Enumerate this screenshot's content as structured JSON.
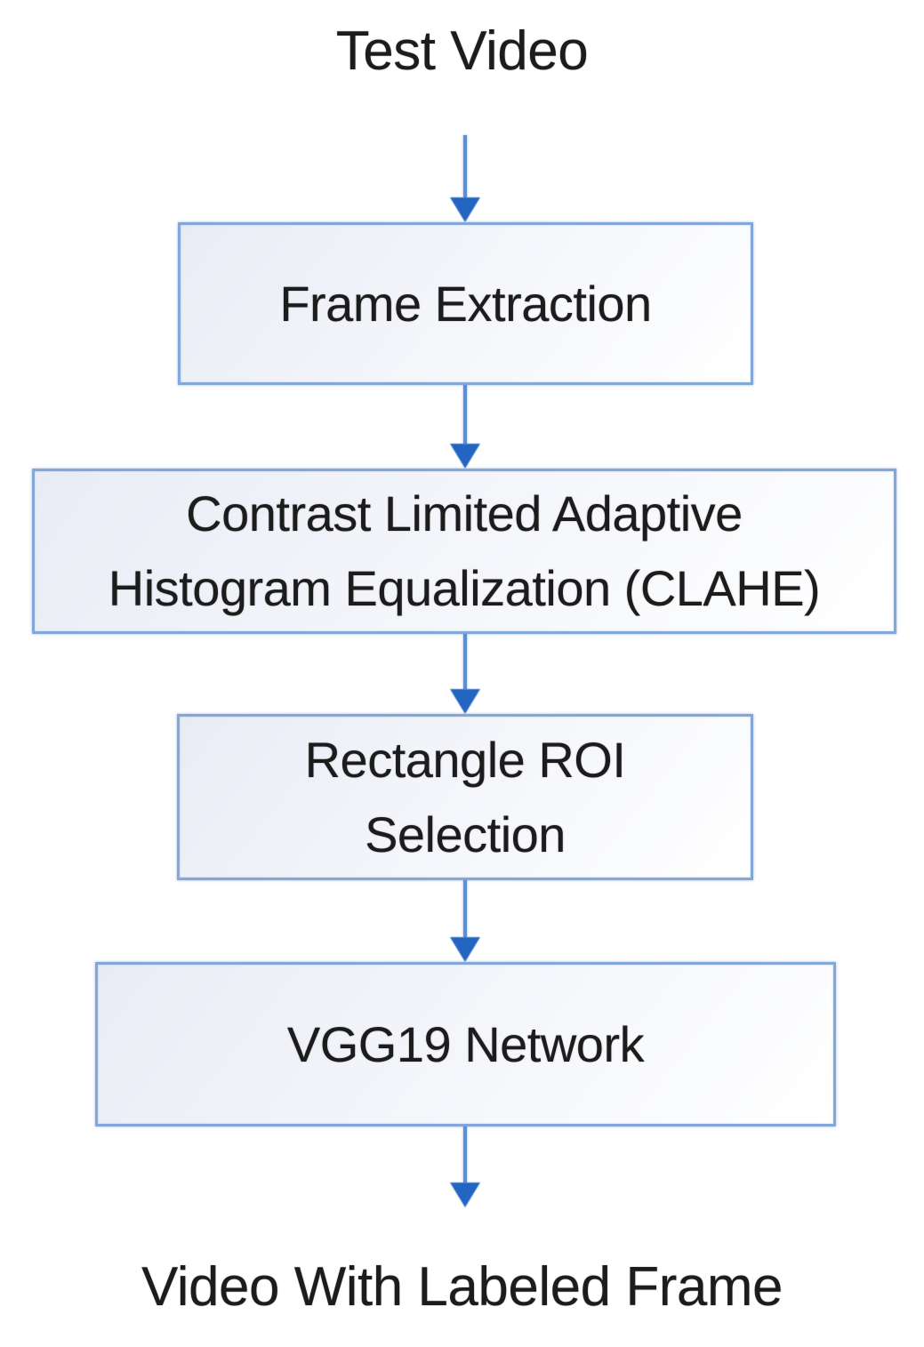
{
  "diagram": {
    "type": "flowchart",
    "start_label": "Test Video",
    "end_label": "Video With Labeled Frame",
    "nodes": [
      {
        "id": "frame-extraction",
        "lines": [
          "Frame Extraction"
        ]
      },
      {
        "id": "clahe",
        "lines": [
          "Contrast Limited Adaptive",
          "Histogram Equalization (CLAHE)"
        ]
      },
      {
        "id": "rectangle-roi-selection",
        "lines": [
          "Rectangle ROI",
          "Selection"
        ]
      },
      {
        "id": "vgg19-network",
        "lines": [
          "VGG19 Network"
        ]
      }
    ],
    "edges": [
      {
        "from": "Test Video",
        "to": "Frame Extraction"
      },
      {
        "from": "Frame Extraction",
        "to": "Contrast Limited Adaptive Histogram Equalization (CLAHE)"
      },
      {
        "from": "Contrast Limited Adaptive Histogram Equalization (CLAHE)",
        "to": "Rectangle ROI Selection"
      },
      {
        "from": "Rectangle ROI Selection",
        "to": "VGG19 Network"
      },
      {
        "from": "VGG19 Network",
        "to": "Video With Labeled Frame"
      }
    ],
    "colors": {
      "background": "#ffffff",
      "box_border": "#84a7d9",
      "box_fill_start": "#e9ecf5",
      "box_fill_end": "#ffffff",
      "arrow_stem": "#5b8fd6",
      "arrow_head": "#2266c2",
      "text": "#1c1c1c"
    }
  }
}
